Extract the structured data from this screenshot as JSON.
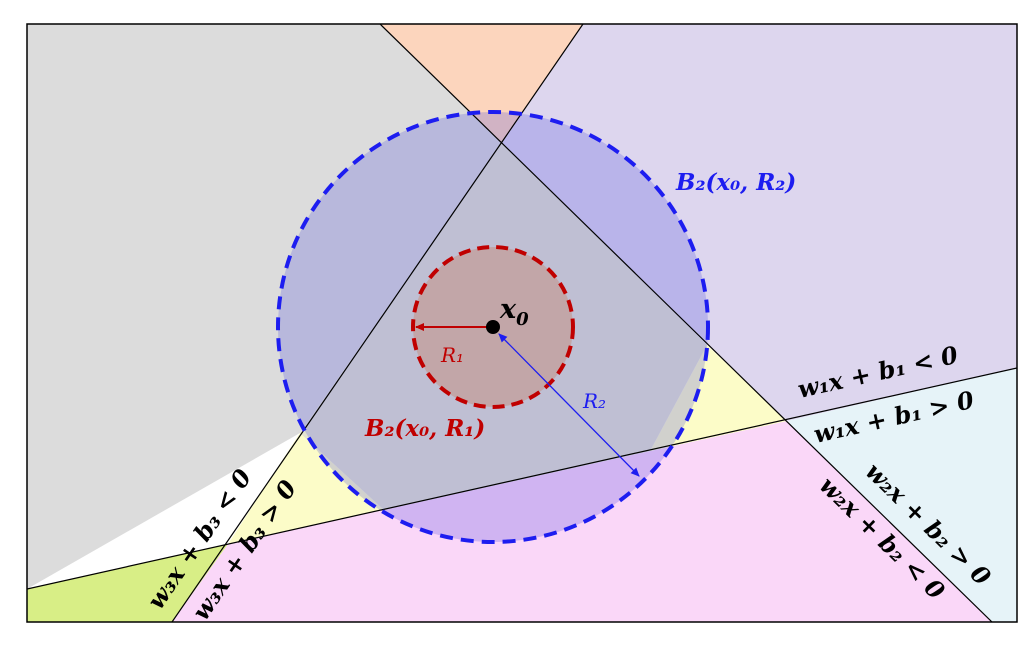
{
  "colors": {
    "region_gray": "#dcdcdc",
    "region_orange": "#fcd5bd",
    "region_purple": "#ddd6ee",
    "region_cyan": "#e6f3f8",
    "region_pink": "#fad7f8",
    "region_green": "#d8ee86",
    "region_yellow": "#fcfcc8",
    "region_center": "#e4e4d0",
    "ball_outer": "#1d1df0",
    "ball_inner": "#c00000",
    "ball_outer_fill": "#3a3ae0",
    "ball_inner_fill": "#c87858"
  },
  "labels": {
    "center_point": "x",
    "center_sub": "0",
    "outer_ball": "B₂(x₀, R₂)",
    "inner_ball": "B₂(x₀, R₁)",
    "r1": "R₁",
    "r2": "R₂",
    "h1_neg": "w₁x + b₁ < 0",
    "h1_pos": "w₁x + b₁ > 0",
    "h2_pos": "w₂x + b₂ > 0",
    "h2_neg": "w₂x + b₂ < 0",
    "h3_neg": "w₃x + b₃ < 0",
    "h3_pos": "w₃x + b₃ > 0"
  }
}
